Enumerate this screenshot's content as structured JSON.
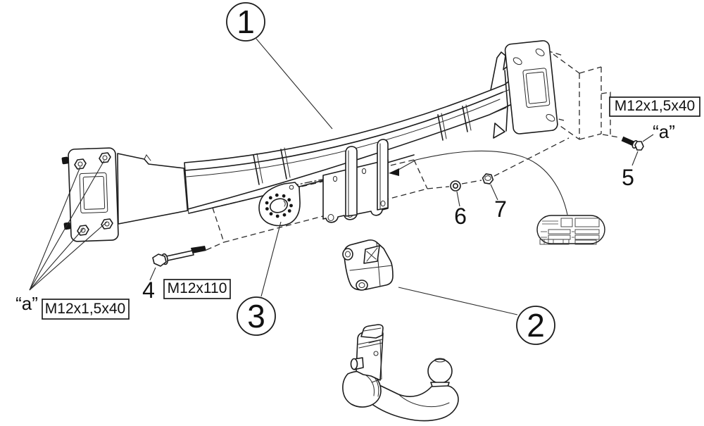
{
  "diagram": {
    "description": "Exploded parts diagram of a detachable tow bar (trailer hitch) assembly",
    "parts": {
      "p1": "1",
      "p2": "2",
      "p3": "3",
      "p4": "4",
      "p5": "5",
      "p6": "6",
      "p7": "7"
    },
    "labels": {
      "bolt_spec_left": "M12x1,5x40",
      "bolt_spec_right": "M12x1,5x40",
      "bolt_spec_long": "M12x110",
      "ref_a_left": "“a”",
      "ref_a_right": "“a”"
    },
    "colors": {
      "line": "#1c1c1c",
      "background": "#ffffff"
    }
  }
}
